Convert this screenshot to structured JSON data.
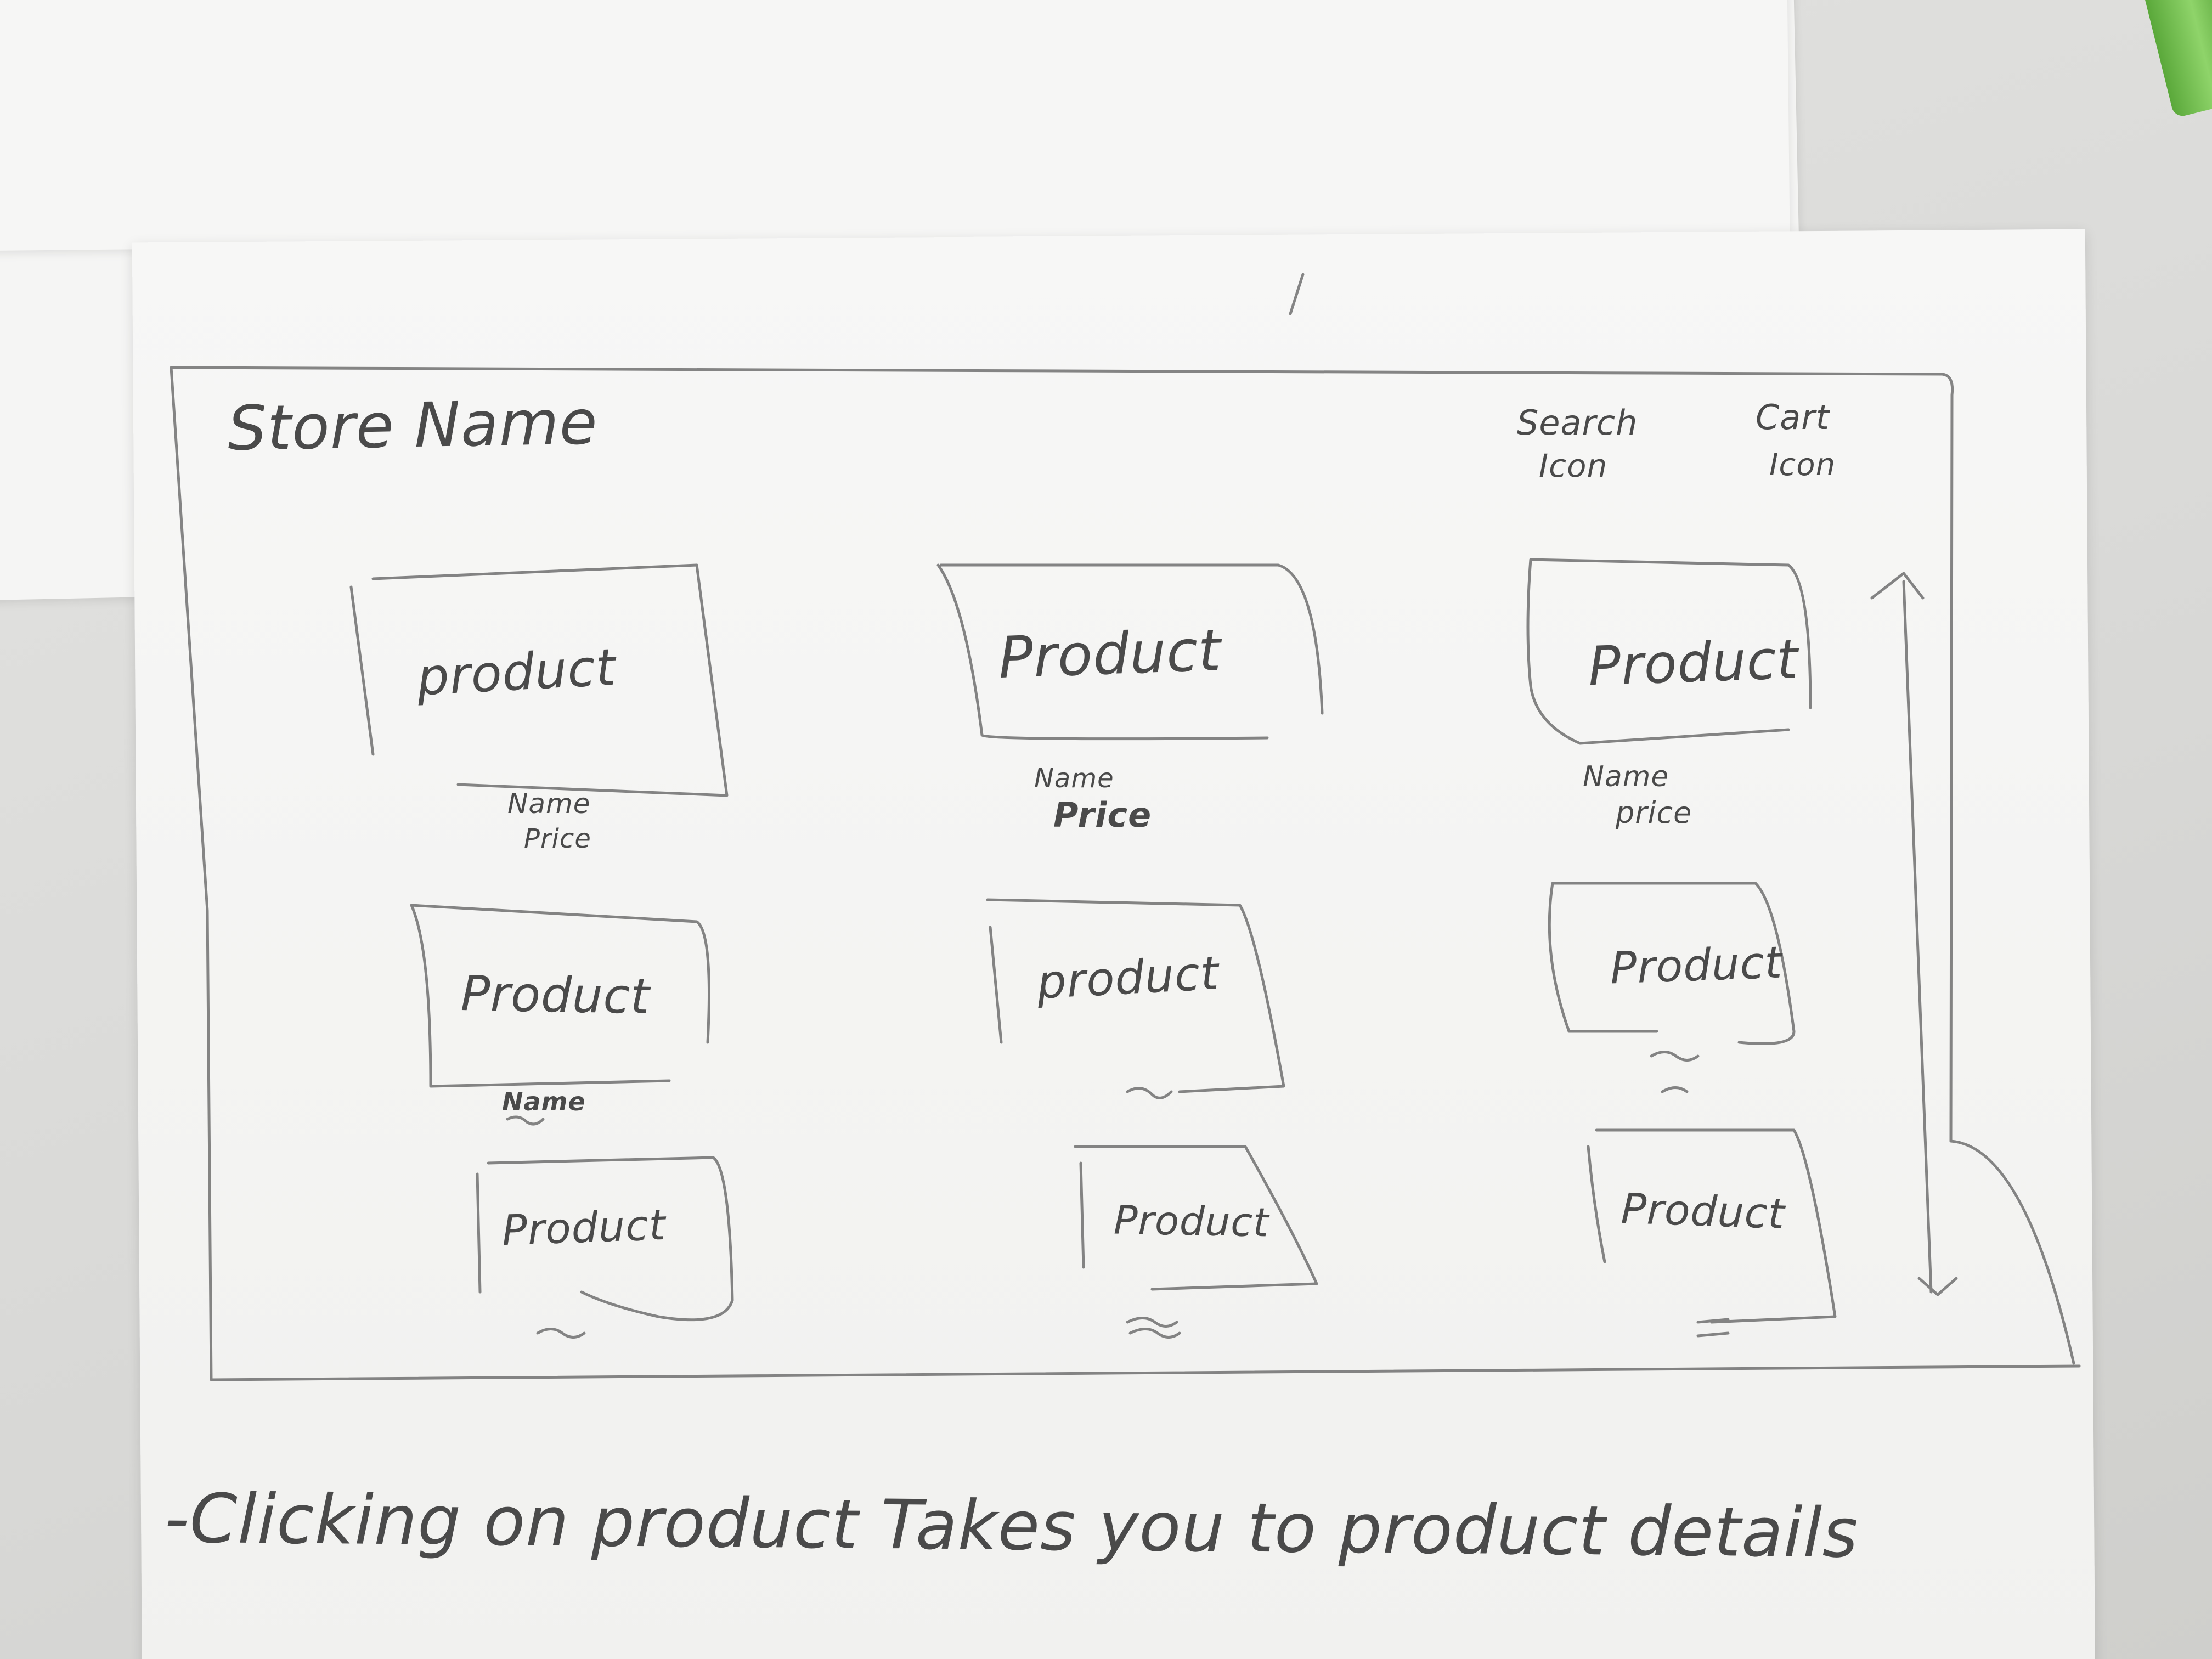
{
  "sketch": {
    "header": {
      "store_name": "Store Name",
      "search_icon_line1": "Search",
      "search_icon_line2": "Icon",
      "cart_icon_line1": "Cart",
      "cart_icon_line2": "Icon"
    },
    "products": [
      {
        "label": "product",
        "name": "Name",
        "price": "Price"
      },
      {
        "label": "Product",
        "name": "Name",
        "price": "Price"
      },
      {
        "label": "Product",
        "name": "Name",
        "price": "price"
      },
      {
        "label": "Product",
        "name": "Name",
        "price": ""
      },
      {
        "label": "product",
        "name": "",
        "price": ""
      },
      {
        "label": "Product",
        "name": "",
        "price": ""
      },
      {
        "label": "Product",
        "name": "",
        "price": ""
      },
      {
        "label": "Product",
        "name": "",
        "price": ""
      },
      {
        "label": "Product",
        "name": "",
        "price": ""
      }
    ],
    "note": "-Clicking on product Takes you to product details"
  },
  "colors": {
    "pencil": "#6b6b6b",
    "paper": "#f4f4f3",
    "pen_green": "#6fbf4a"
  }
}
